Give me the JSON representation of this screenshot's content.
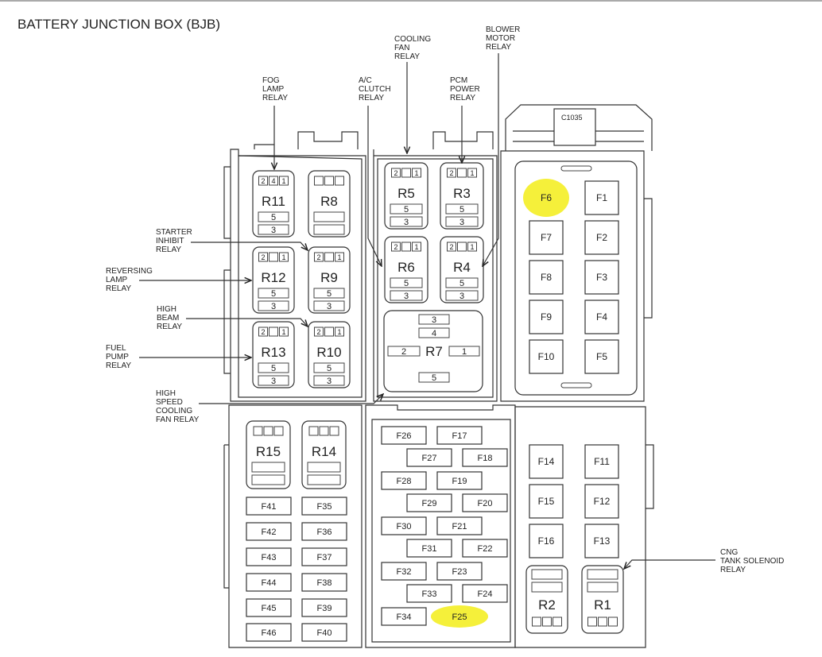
{
  "title": "BATTERY JUNCTION BOX (BJB)",
  "connector": "C1035",
  "highlight_color": "#f5f03a",
  "callouts": {
    "fog_lamp_relay": [
      "FOG",
      "LAMP",
      "RELAY"
    ],
    "ac_clutch_relay": [
      "A/C",
      "CLUTCH",
      "RELAY"
    ],
    "cooling_fan_relay": [
      "COOLING",
      "FAN",
      "RELAY"
    ],
    "pcm_power_relay": [
      "PCM",
      "POWER",
      "RELAY"
    ],
    "blower_motor_relay": [
      "BLOWER",
      "MOTOR",
      "RELAY"
    ],
    "starter_inhibit_relay": [
      "STARTER",
      "INHIBIT",
      "RELAY"
    ],
    "reversing_lamp_relay": [
      "REVERSING",
      "LAMP",
      "RELAY"
    ],
    "high_beam_relay": [
      "HIGH",
      "BEAM",
      "RELAY"
    ],
    "fuel_pump_relay": [
      "FUEL",
      "PUMP",
      "RELAY"
    ],
    "high_speed_cooling_fan_relay": [
      "HIGH",
      "SPEED",
      "COOLING",
      "FAN RELAY"
    ],
    "cng_tank_solenoid_relay": [
      "CNG",
      "TANK SOLENOID",
      "RELAY"
    ]
  },
  "relays": [
    {
      "label": "R11",
      "pins": [
        "2",
        "4",
        "1"
      ],
      "slots": [
        "5",
        "3"
      ]
    },
    {
      "label": "R8",
      "pins": [
        "",
        "",
        ""
      ],
      "slots": [
        "",
        ""
      ]
    },
    {
      "label": "R12",
      "pins": [
        "2",
        "",
        "1"
      ],
      "slots": [
        "5",
        "3"
      ]
    },
    {
      "label": "R9",
      "pins": [
        "2",
        "",
        "1"
      ],
      "slots": [
        "5",
        "3"
      ]
    },
    {
      "label": "R13",
      "pins": [
        "2",
        "",
        "1"
      ],
      "slots": [
        "5",
        "3"
      ]
    },
    {
      "label": "R10",
      "pins": [
        "2",
        "",
        "1"
      ],
      "slots": [
        "5",
        "3"
      ]
    },
    {
      "label": "R5",
      "pins": [
        "2",
        "",
        "1"
      ],
      "slots": [
        "5",
        "3"
      ]
    },
    {
      "label": "R3",
      "pins": [
        "2",
        "",
        "1"
      ],
      "slots": [
        "5",
        "3"
      ]
    },
    {
      "label": "R6",
      "pins": [
        "2",
        "",
        "1"
      ],
      "slots": [
        "5",
        "3"
      ]
    },
    {
      "label": "R4",
      "pins": [
        "2",
        "",
        "1"
      ],
      "slots": [
        "5",
        "3"
      ]
    },
    {
      "label": "R15",
      "pins": [
        "",
        "",
        ""
      ],
      "slots": [
        "",
        ""
      ]
    },
    {
      "label": "R14",
      "pins": [
        "",
        "",
        ""
      ],
      "slots": [
        "",
        ""
      ]
    },
    {
      "label": "R2",
      "pins": [
        "",
        "",
        ""
      ],
      "slots": [
        "",
        ""
      ]
    },
    {
      "label": "R1",
      "pins": [
        "",
        "",
        ""
      ],
      "slots": [
        "",
        ""
      ]
    }
  ],
  "r7": {
    "label": "R7",
    "pins": [
      "3",
      "4",
      "2",
      "1",
      "5"
    ]
  },
  "fuses": [
    {
      "label": "F6",
      "highlighted": true
    },
    {
      "label": "F1",
      "highlighted": false
    },
    {
      "label": "F7",
      "highlighted": false
    },
    {
      "label": "F2",
      "highlighted": false
    },
    {
      "label": "F8",
      "highlighted": false
    },
    {
      "label": "F3",
      "highlighted": false
    },
    {
      "label": "F9",
      "highlighted": false
    },
    {
      "label": "F4",
      "highlighted": false
    },
    {
      "label": "F10",
      "highlighted": false
    },
    {
      "label": "F5",
      "highlighted": false
    },
    {
      "label": "F14",
      "highlighted": false
    },
    {
      "label": "F11",
      "highlighted": false
    },
    {
      "label": "F15",
      "highlighted": false
    },
    {
      "label": "F12",
      "highlighted": false
    },
    {
      "label": "F16",
      "highlighted": false
    },
    {
      "label": "F13",
      "highlighted": false
    },
    {
      "label": "F26",
      "highlighted": false
    },
    {
      "label": "F17",
      "highlighted": false
    },
    {
      "label": "F27",
      "highlighted": false
    },
    {
      "label": "F18",
      "highlighted": false
    },
    {
      "label": "F28",
      "highlighted": false
    },
    {
      "label": "F19",
      "highlighted": false
    },
    {
      "label": "F29",
      "highlighted": false
    },
    {
      "label": "F20",
      "highlighted": false
    },
    {
      "label": "F30",
      "highlighted": false
    },
    {
      "label": "F21",
      "highlighted": false
    },
    {
      "label": "F31",
      "highlighted": false
    },
    {
      "label": "F22",
      "highlighted": false
    },
    {
      "label": "F32",
      "highlighted": false
    },
    {
      "label": "F23",
      "highlighted": false
    },
    {
      "label": "F33",
      "highlighted": false
    },
    {
      "label": "F24",
      "highlighted": false
    },
    {
      "label": "F34",
      "highlighted": false
    },
    {
      "label": "F25",
      "highlighted": true
    },
    {
      "label": "F41",
      "highlighted": false
    },
    {
      "label": "F35",
      "highlighted": false
    },
    {
      "label": "F42",
      "highlighted": false
    },
    {
      "label": "F36",
      "highlighted": false
    },
    {
      "label": "F43",
      "highlighted": false
    },
    {
      "label": "F37",
      "highlighted": false
    },
    {
      "label": "F44",
      "highlighted": false
    },
    {
      "label": "F38",
      "highlighted": false
    },
    {
      "label": "F45",
      "highlighted": false
    },
    {
      "label": "F39",
      "highlighted": false
    },
    {
      "label": "F46",
      "highlighted": false
    },
    {
      "label": "F40",
      "highlighted": false
    }
  ]
}
